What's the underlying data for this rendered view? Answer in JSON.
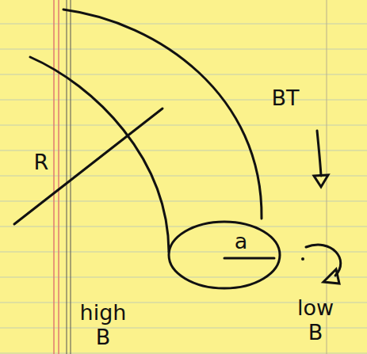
{
  "diagram": {
    "labels": [
      "R",
      "a",
      "BT",
      "high B",
      "low B"
    ]
  }
}
